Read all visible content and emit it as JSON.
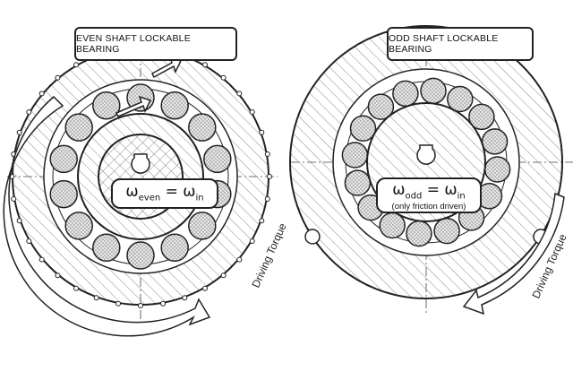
{
  "left_bearing": {
    "title": "EVEN SHAFT LOCKABLE BEARING",
    "formula": {
      "omega": "ω",
      "sub_left": "even",
      "equals": "=",
      "sub_right": "in"
    },
    "torque_label": "Driving Torque"
  },
  "right_bearing": {
    "title": "ODD SHAFT LOCKABLE BEARING",
    "formula": {
      "omega": "ω",
      "sub_left": "odd",
      "equals": "=",
      "sub_right": "in"
    },
    "note": "(only friction driven)",
    "torque_label": "Driving Torque"
  },
  "colors": {
    "line": "#222222",
    "hatch": "#8a8a8a",
    "roller_fill": "#d9d9d9",
    "background": "#ffffff"
  }
}
